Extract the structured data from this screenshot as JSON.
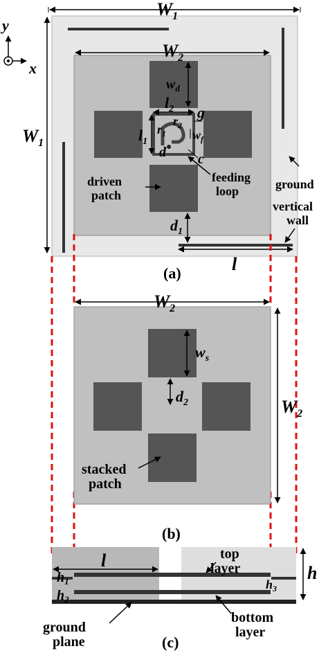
{
  "axes": {
    "y": "y",
    "x": "x"
  },
  "panel_a": {
    "caption": "(a)",
    "W1_top": "W",
    "W1_top_sub": "1",
    "W1_left": "W",
    "W1_left_sub": "1",
    "W2": "W",
    "W2_sub": "2",
    "wd": "w",
    "wd_sub": "d",
    "l2": "l",
    "l2_sub": "2",
    "g": "g",
    "r2": "r",
    "r2_sub": "2",
    "r1": "r",
    "r1_sub": "1",
    "wf": "w",
    "wf_sub": "f",
    "l1": "l",
    "l1_sub": "1",
    "d": "d",
    "c": "c",
    "feeding_loop_1": "feeding",
    "feeding_loop_2": "loop",
    "ground": "ground",
    "vertical_wall_1": "vertical",
    "vertical_wall_2": "wall",
    "driven_patch_1": "driven",
    "driven_patch_2": "patch",
    "d1": "d",
    "d1_sub": "1",
    "l": "l"
  },
  "panel_b": {
    "caption": "(b)",
    "W2_top": "W",
    "W2_top_sub": "2",
    "W2_right": "W",
    "W2_right_sub": "2",
    "ws": "w",
    "ws_sub": "s",
    "d2": "d",
    "d2_sub": "2",
    "stacked_patch_1": "stacked",
    "stacked_patch_2": "patch"
  },
  "panel_c": {
    "caption": "(c)",
    "l": "l",
    "top_layer_1": "top",
    "top_layer_2": "layer",
    "h": "h",
    "h1": "h",
    "h1_sub": "1",
    "h2": "h",
    "h2_sub": "2",
    "h3": "h",
    "h3_sub": "3",
    "ground_plane_1": "ground",
    "ground_plane_2": "plane",
    "bottom_layer_1": "bottom",
    "bottom_layer_2": "layer"
  },
  "colors": {
    "ground": "#e8e8e8",
    "substrate": "#c0c0c0",
    "patch": "#555555",
    "wall": "#333333",
    "dashed": "#e01010",
    "line": "#000000"
  }
}
